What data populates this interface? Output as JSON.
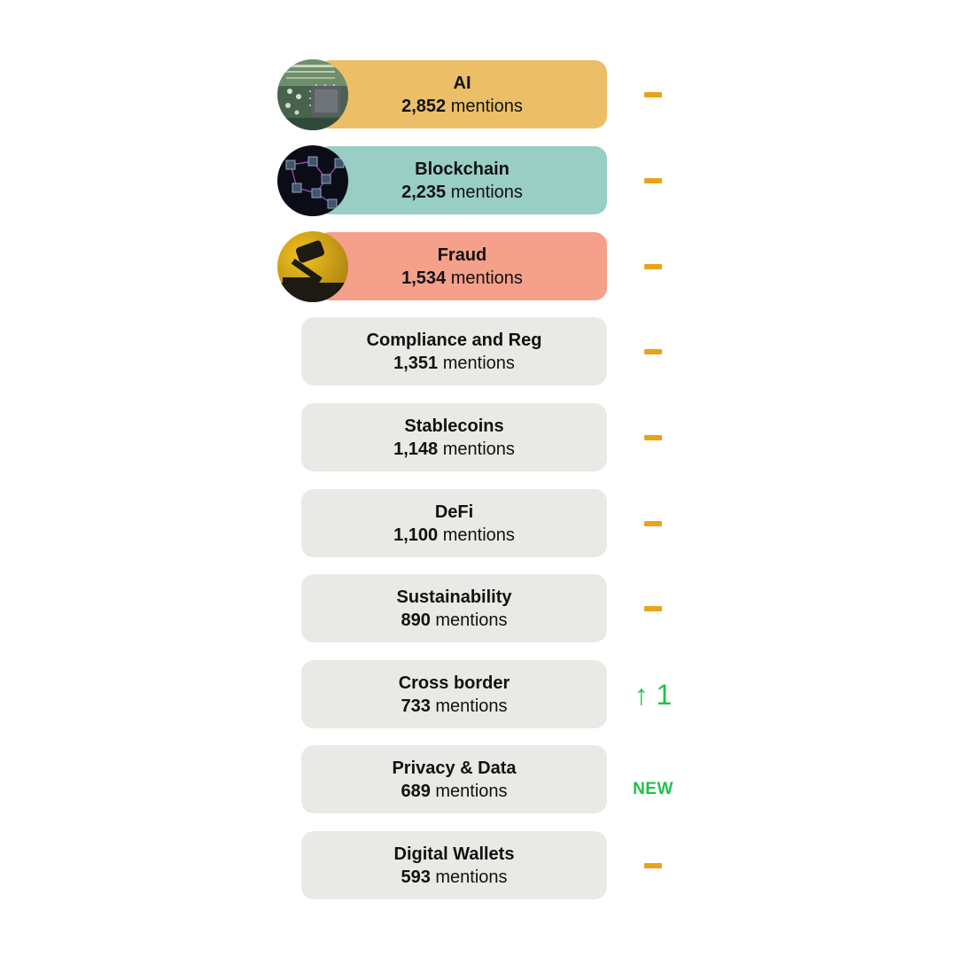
{
  "units_label": "mentions",
  "colors": {
    "ai": "#ebbe67",
    "blockchain": "#99cec5",
    "fraud": "#f4a08a",
    "neutral": "#e9e9e6",
    "no_change": "#e9a21c",
    "up": "#1ec24a"
  },
  "items": [
    {
      "topic": "AI",
      "count": "2,852",
      "color": "#ebbe67",
      "image": "circuit-board-image",
      "trend": "unchanged"
    },
    {
      "topic": "Blockchain",
      "count": "2,235",
      "color": "#99cec5",
      "image": "blockchain-network-image",
      "trend": "unchanged"
    },
    {
      "topic": "Fraud",
      "count": "1,534",
      "color": "#f4a08a",
      "image": "gavel-image",
      "trend": "unchanged"
    },
    {
      "topic": "Compliance and Reg",
      "count": "1,351",
      "color": "#e9e9e6",
      "trend": "unchanged"
    },
    {
      "topic": "Stablecoins",
      "count": "1,148",
      "color": "#e9e9e6",
      "trend": "unchanged"
    },
    {
      "topic": "DeFi",
      "count": "1,100",
      "color": "#e9e9e6",
      "trend": "unchanged"
    },
    {
      "topic": "Sustainability",
      "count": "890",
      "color": "#e9e9e6",
      "trend": "unchanged"
    },
    {
      "topic": "Cross border",
      "count": "733",
      "color": "#e9e9e6",
      "trend": "up",
      "trend_text": "↑ 1"
    },
    {
      "topic": "Privacy & Data",
      "count": "689",
      "color": "#e9e9e6",
      "trend": "new",
      "trend_text": "NEW"
    },
    {
      "topic": "Digital Wallets",
      "count": "593",
      "color": "#e9e9e6",
      "trend": "unchanged"
    }
  ]
}
